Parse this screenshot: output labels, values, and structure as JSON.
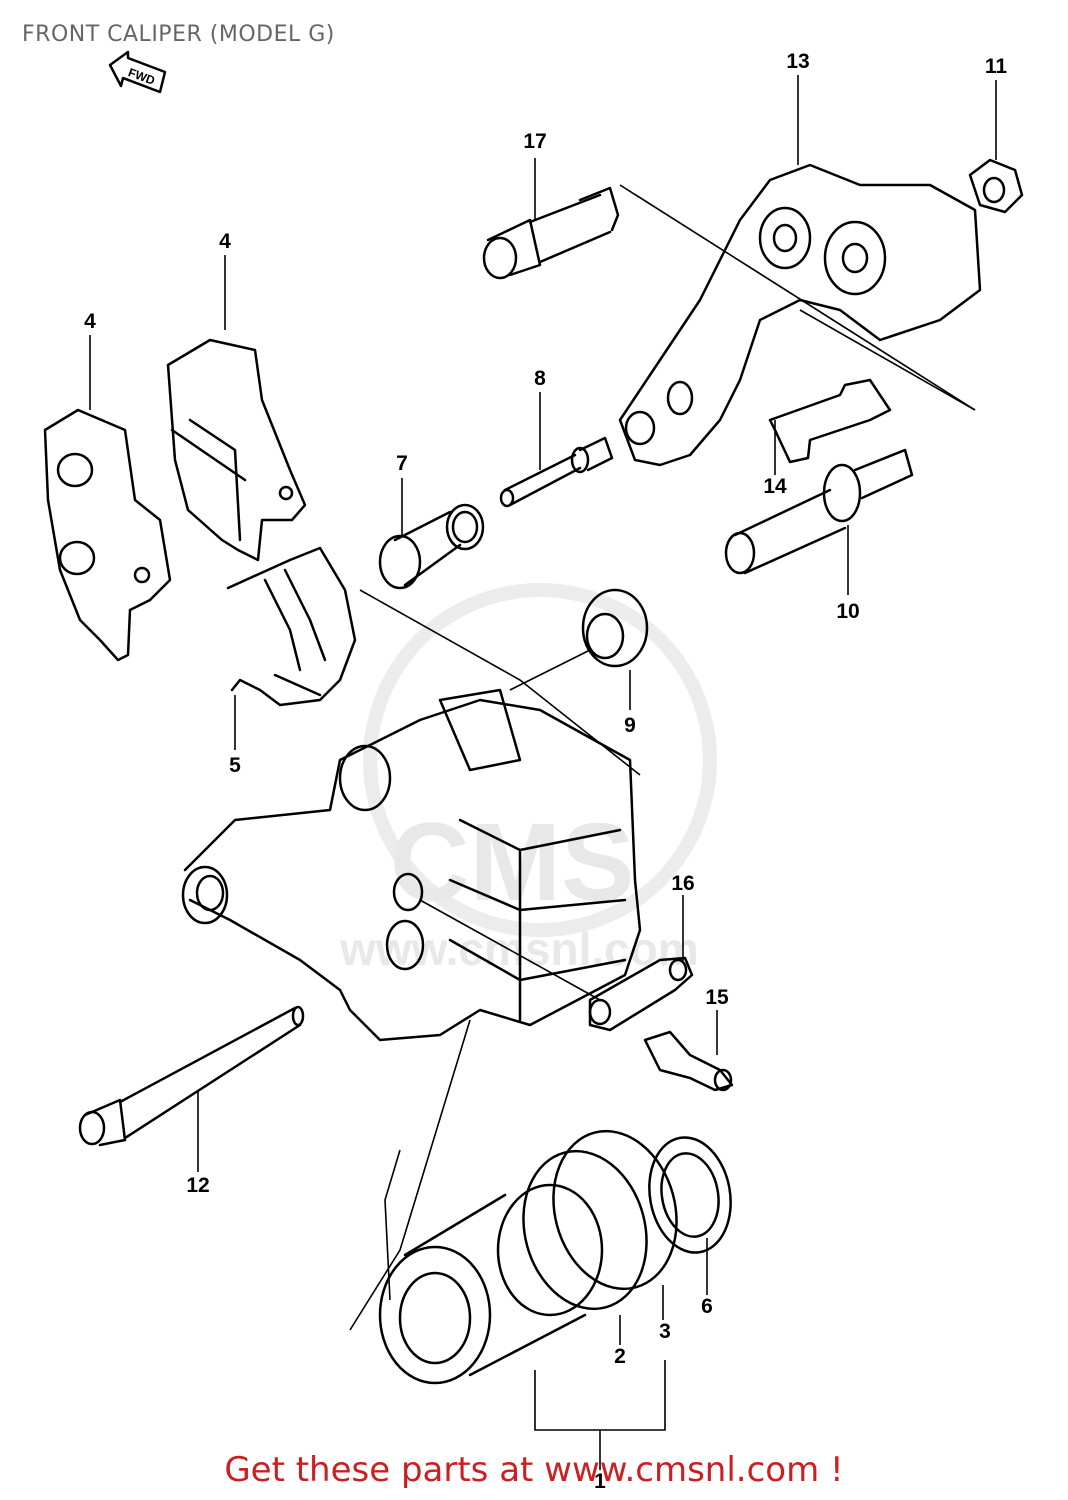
{
  "header": {
    "title": "FRONT CALIPER (MODEL G)"
  },
  "direction_marker": {
    "text": "FWD",
    "icon": "forward-arrow-icon"
  },
  "callouts": [
    {
      "id": "c1",
      "text": "1"
    },
    {
      "id": "c2",
      "text": "2"
    },
    {
      "id": "c3",
      "text": "3"
    },
    {
      "id": "c4a",
      "text": "4"
    },
    {
      "id": "c4b",
      "text": "4"
    },
    {
      "id": "c5",
      "text": "5"
    },
    {
      "id": "c6",
      "text": "6"
    },
    {
      "id": "c7",
      "text": "7"
    },
    {
      "id": "c8",
      "text": "8"
    },
    {
      "id": "c9",
      "text": "9"
    },
    {
      "id": "c10",
      "text": "10"
    },
    {
      "id": "c11",
      "text": "11"
    },
    {
      "id": "c12",
      "text": "12"
    },
    {
      "id": "c13",
      "text": "13"
    },
    {
      "id": "c14",
      "text": "14"
    },
    {
      "id": "c15",
      "text": "15"
    },
    {
      "id": "c16",
      "text": "16"
    },
    {
      "id": "c17",
      "text": "17"
    }
  ],
  "watermark": {
    "text": "CMS",
    "url_text": "www.cmsnl.com"
  },
  "footer": {
    "text": "Get these parts at www.cmsnl.com !",
    "color": "#cc1f1f"
  }
}
